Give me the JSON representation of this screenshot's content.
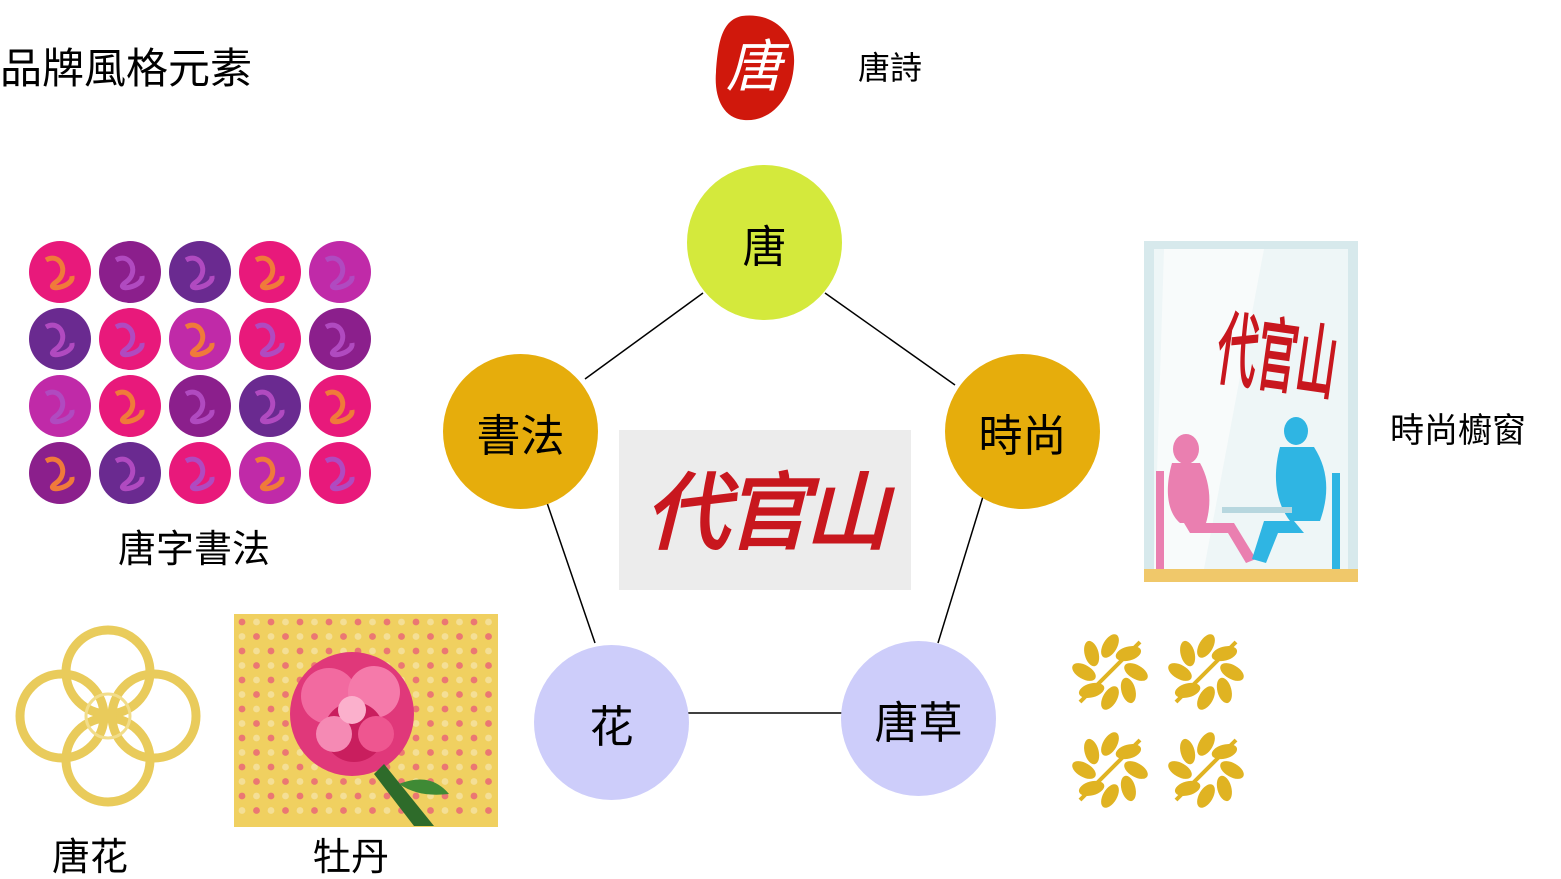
{
  "title": "品牌風格元素",
  "hub": {
    "nodes": [
      {
        "id": "tang",
        "label": "唐",
        "color": "#d4e93c"
      },
      {
        "id": "shishang",
        "label": "時尚",
        "color": "#e6ad0c"
      },
      {
        "id": "tangcao",
        "label": "唐草",
        "color": "#cdcdfa"
      },
      {
        "id": "hua",
        "label": "花",
        "color": "#cdcdfa"
      },
      {
        "id": "shufa",
        "label": "書法",
        "color": "#e6ad0c"
      }
    ],
    "center_logo": {
      "text": "代官山",
      "color": "#c8171e"
    }
  },
  "labels": {
    "tangshi": "唐詩",
    "shishang_window": "時尚櫥窗",
    "tangzi_shufa": "唐字書法",
    "tanghua": "唐花",
    "mudan": "牡丹"
  },
  "seal": {
    "text": "唐",
    "color": "#d0180c"
  },
  "window_logo": {
    "text": "代官山"
  },
  "colors": {
    "calligraphy_pink": "#e8197b",
    "calligraphy_purple": "#8b1f8c",
    "gold": "#e7b91c",
    "logo_red": "#c8171e"
  }
}
